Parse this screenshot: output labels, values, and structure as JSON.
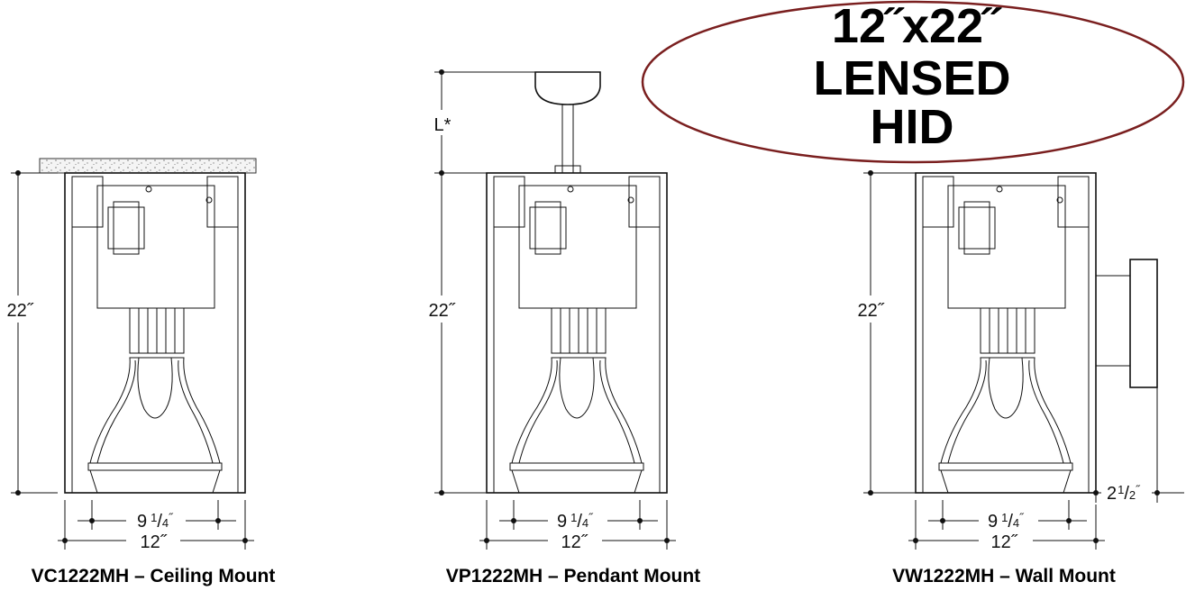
{
  "badge": {
    "line1": "12˝x22˝",
    "line2": "LENSED",
    "line3": "HID",
    "ring_color": "#7a1f1f"
  },
  "fixtures": [
    {
      "caption": "VC1222MH – Ceiling Mount",
      "height_label": "22˝",
      "inner_width": {
        "whole": "9",
        "num": "1",
        "den": "4",
        "mark": "˝"
      },
      "outer_width": "12˝"
    },
    {
      "caption": "VP1222MH – Pendant Mount",
      "height_label": "22˝",
      "stem_label": "L*",
      "inner_width": {
        "whole": "9",
        "num": "1",
        "den": "4",
        "mark": "˝"
      },
      "outer_width": "12˝"
    },
    {
      "caption": "VW1222MH – Wall Mount",
      "height_label": "22˝",
      "depth": {
        "whole": "2",
        "num": "1",
        "den": "2",
        "mark": "˝"
      },
      "inner_width": {
        "whole": "9",
        "num": "1",
        "den": "4",
        "mark": "˝"
      },
      "outer_width": "12˝"
    }
  ]
}
